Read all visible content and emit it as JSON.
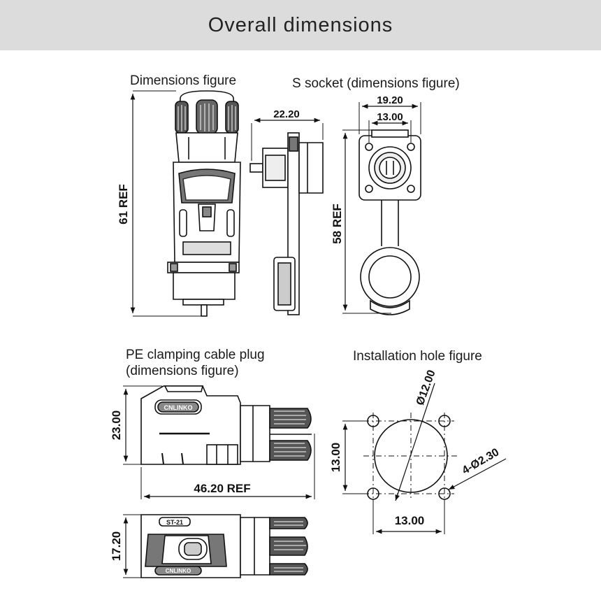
{
  "header": {
    "title": "Overall dimensions"
  },
  "views": {
    "plug_front": {
      "caption": "Dimensions figure",
      "height_dim": "61 REF"
    },
    "socket_side": {
      "caption": "S socket (dimensions figure)",
      "depth_dim": "22.20",
      "flange_width_dim": "19.20",
      "hole_pitch_dim": "13.00",
      "height_dim": "58 REF"
    },
    "pe_plug": {
      "caption_line1": "PE clamping cable plug",
      "caption_line2": "(dimensions figure)",
      "height_dim": "23.00",
      "length_dim": "46.20 REF",
      "width_dim": "17.20"
    },
    "install_hole": {
      "caption": "Installation hole figure",
      "bore_dim": "Ø12.00",
      "hole_dim": "4-Ø2.30",
      "pitch_v_dim": "13.00",
      "pitch_h_dim": "13.00"
    }
  }
}
